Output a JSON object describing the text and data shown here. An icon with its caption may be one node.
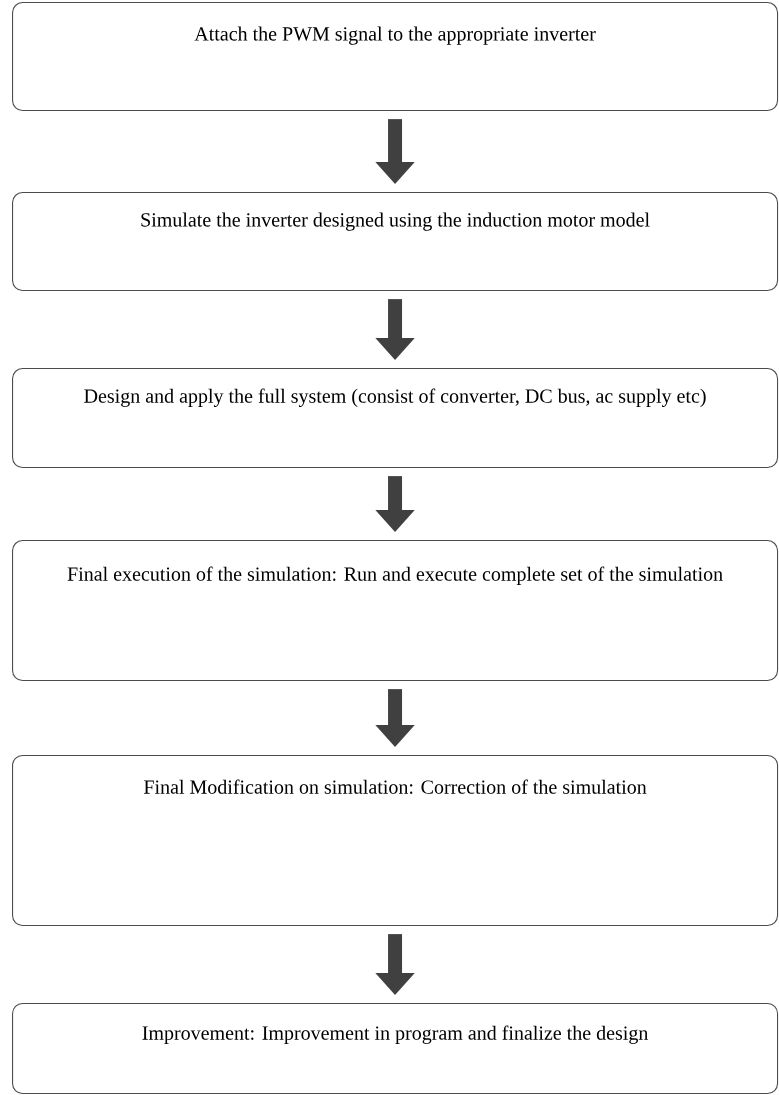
{
  "diagram": {
    "nodes": [
      {
        "text": [
          "Attach the PWM signal to the appropriate inverter"
        ]
      },
      {
        "text": [
          "Simulate the inverter designed using the induction motor model"
        ]
      },
      {
        "text": [
          "Design and apply the full system (consist of converter, DC bus, ac supply etc)"
        ]
      },
      {
        "text": [
          "Final execution of the simulation: Run and execute complete set of the simulation"
        ]
      },
      {
        "text": [
          "Final Modification on simulation: Correction of the simulation"
        ]
      },
      {
        "text": [
          "Improvement: Improvement in program and finalize the design"
        ]
      }
    ],
    "edges": [
      {
        "from": 0,
        "to": 1,
        "arrow": "to"
      },
      {
        "from": 1,
        "to": 2,
        "arrow": "to"
      },
      {
        "from": 2,
        "to": 3,
        "arrow": "to"
      },
      {
        "from": 3,
        "to": 4,
        "arrow": "to"
      },
      {
        "from": 4,
        "to": 5,
        "arrow": "to"
      }
    ]
  }
}
